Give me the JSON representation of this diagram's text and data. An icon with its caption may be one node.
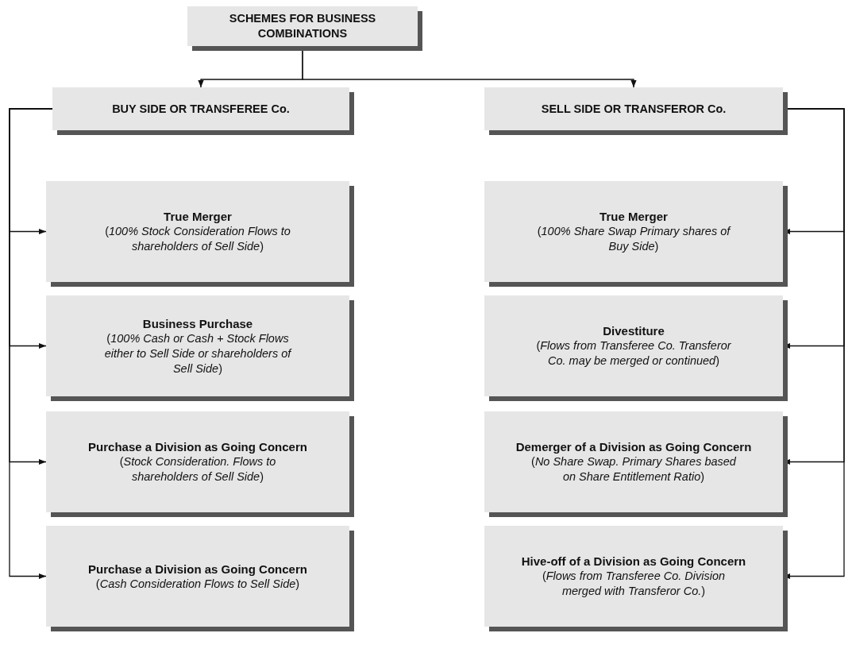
{
  "diagram": {
    "nodes": [
      {
        "text": [
          "SCHEMES FOR BUSINESS COMBINATIONS"
        ]
      },
      {
        "text": [
          "BUY SIDE OR TRANSFEREE Co."
        ]
      },
      {
        "text": [
          "SELL SIDE OR TRANSFEROR Co."
        ]
      },
      {
        "text": [
          "True Merger",
          "(*100% Stock Consideration Flows to shareholders of Sell Side*)"
        ]
      },
      {
        "text": [
          "Business Purchase",
          "(*100% Cash or Cash + Stock Flows either to Sell Side or shareholders of Sell Side*)"
        ]
      },
      {
        "text": [
          "Purchase a Division as Going Concern",
          "(*Stock Consideration. Flows to shareholders of Sell Side*)"
        ]
      },
      {
        "text": [
          "Purchase a Division as Going Concern",
          "(*Cash Consideration Flows to Sell Side*)"
        ]
      },
      {
        "text": [
          "True Merger",
          "(*100% Share Swap Primary shares of Buy Side*)"
        ]
      },
      {
        "text": [
          "Divestiture",
          "(*Flows from Transferee Co. Transferor Co. may be merged or continued*)"
        ]
      },
      {
        "text": [
          "Demerger of a Division as Going Concern",
          "(*No Share Swap. Primary Shares based on Share Entitlement Ratio*)"
        ]
      },
      {
        "text": [
          "Hive-off of a Division as Going Concern",
          "(*Flows from Transferee Co. Division merged with Transferor Co.*)"
        ]
      }
    ],
    "edges": [
      {
        "from": 0,
        "to": 1,
        "arrow": "to"
      },
      {
        "from": 0,
        "to": 2,
        "arrow": "to"
      },
      {
        "from": 1,
        "to": 3,
        "arrow": "to"
      },
      {
        "from": 1,
        "to": 4,
        "arrow": "to"
      },
      {
        "from": 1,
        "to": 5,
        "arrow": "to"
      },
      {
        "from": 1,
        "to": 6,
        "arrow": "to"
      },
      {
        "from": 2,
        "to": 7,
        "arrow": "to"
      },
      {
        "from": 2,
        "to": 8,
        "arrow": "to"
      },
      {
        "from": 2,
        "to": 9,
        "arrow": "to"
      },
      {
        "from": 2,
        "to": 10,
        "arrow": "to"
      }
    ]
  }
}
